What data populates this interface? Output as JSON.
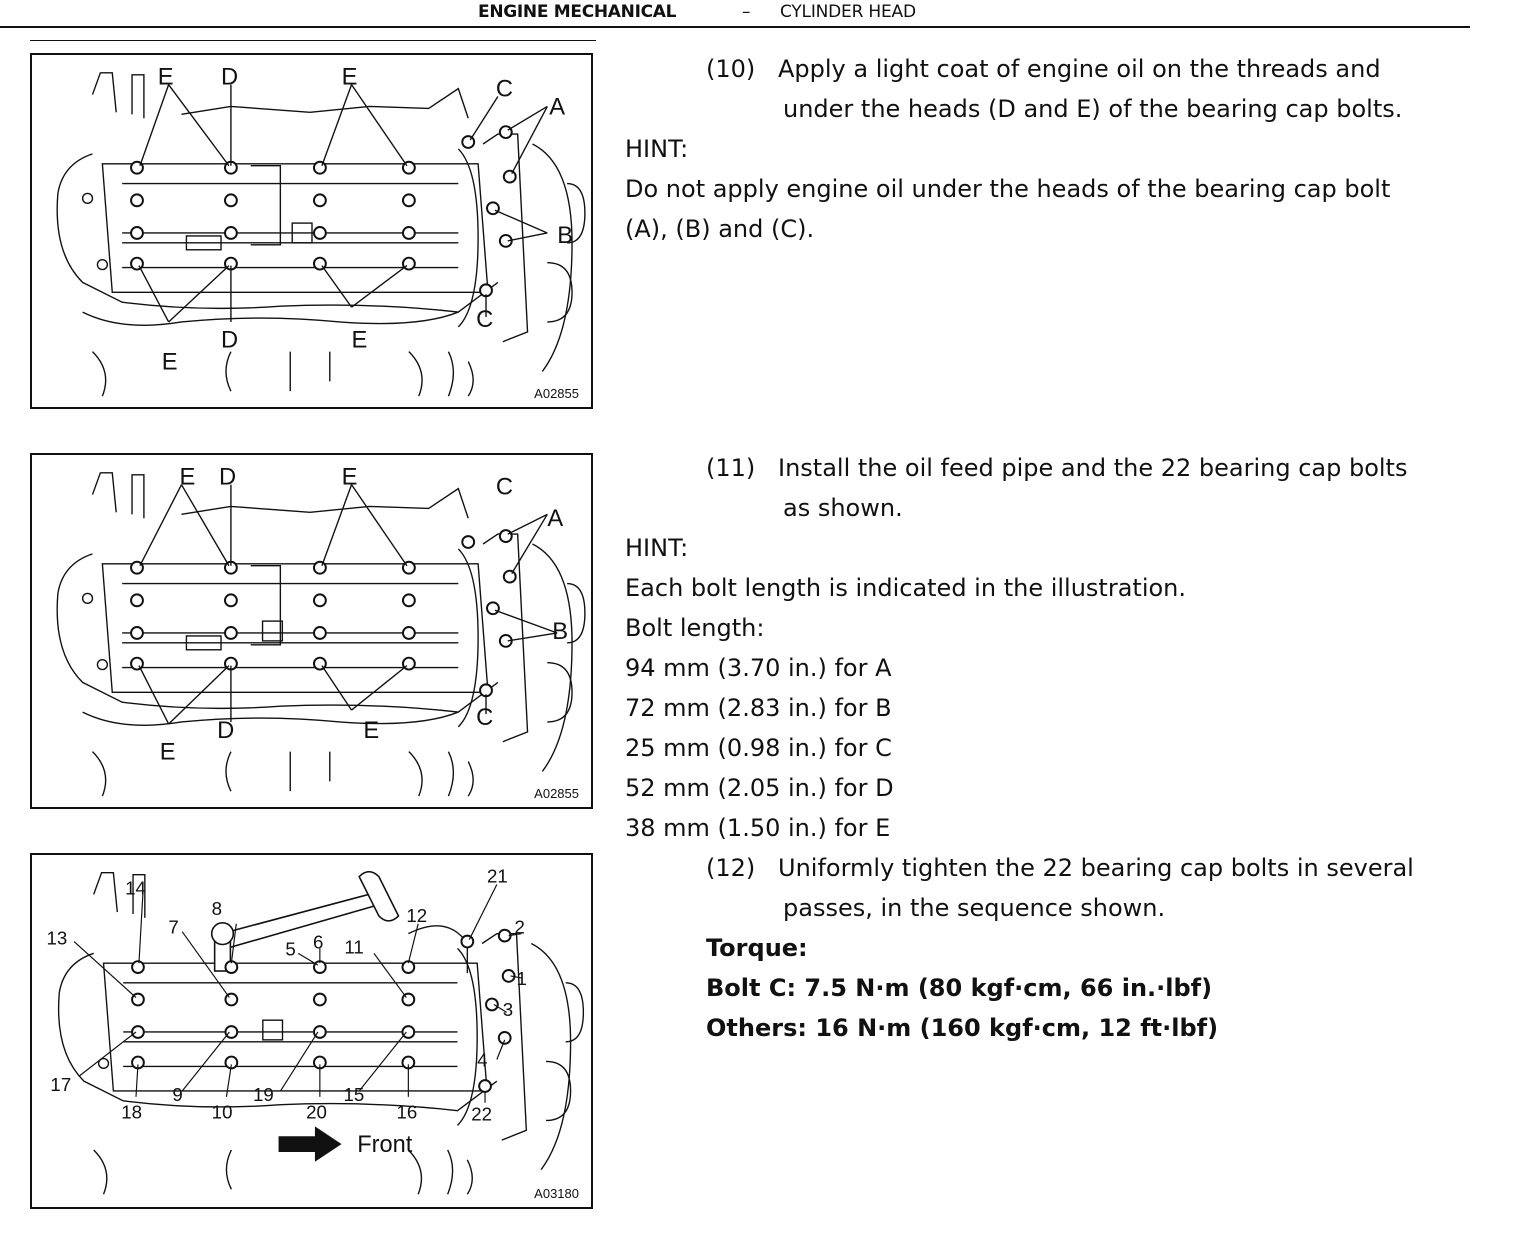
{
  "header": {
    "section": "ENGINE MECHANICAL",
    "dash": "–",
    "subsection": "CYLINDER HEAD"
  },
  "figures": [
    {
      "code": "A02855",
      "labels": {
        "e1": "E",
        "d1": "D",
        "e2": "E",
        "c1": "C",
        "a": "A",
        "b": "B",
        "c2": "C",
        "e3": "E",
        "d2": "D",
        "e4": "E"
      }
    },
    {
      "code": "A02855",
      "labels": {
        "e1": "E",
        "d1": "D",
        "e2": "E",
        "c1": "C",
        "a": "A",
        "b": "B",
        "c2": "C",
        "e3": "E",
        "d2": "D",
        "e4": "E"
      }
    },
    {
      "code": "A03180",
      "front_label": "Front",
      "numbers": [
        "14",
        "13",
        "8",
        "7",
        "5",
        "6",
        "11",
        "12",
        "21",
        "2",
        "1",
        "3",
        "4",
        "22",
        "17",
        "18",
        "9",
        "10",
        "19",
        "20",
        "15",
        "16"
      ]
    }
  ],
  "step10": {
    "num": "(10)",
    "line1": "Apply a light coat of engine oil on the threads and",
    "line2": "under the heads (D and E) of the bearing cap bolts.",
    "hint_label": "HINT:",
    "hint_line1": "Do not apply engine oil under the heads of the bearing cap bolt",
    "hint_line2": "(A), (B) and (C)."
  },
  "step11": {
    "num": "(11)",
    "line1": "Install the oil feed pipe and the 22 bearing cap bolts",
    "line2": "as shown.",
    "hint_label": "HINT:",
    "hint_text": "Each bolt length is indicated in the illustration.",
    "bolt_length_label": "Bolt length:",
    "lengths": [
      "94 mm (3.70 in.) for A",
      "72 mm (2.83 in.) for B",
      "25 mm (0.98 in.) for C",
      "52 mm (2.05 in.) for D",
      "38 mm (1.50 in.) for E"
    ]
  },
  "step12": {
    "num": "(12)",
    "line1": "Uniformly  tighten the 22 bearing cap bolts in several",
    "line2": "passes, in the sequence shown.",
    "torque_label": "Torque:",
    "torque_c": "Bolt C: 7.5 N·m (80 kgf·cm, 66 in.·lbf)",
    "torque_others": "Others: 16 N·m (160 kgf·cm, 12 ft·lbf)"
  }
}
